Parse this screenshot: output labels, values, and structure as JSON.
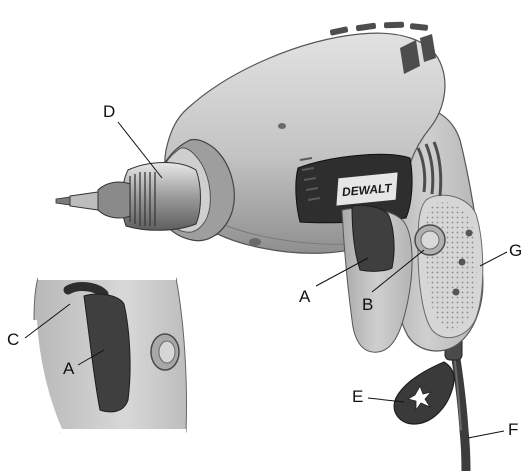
{
  "callouts": {
    "D": "D",
    "A_main": "A",
    "B": "B",
    "G": "G",
    "C": "C",
    "A_inset": "A",
    "E": "E",
    "F": "F"
  },
  "brand_text": "DEWALT",
  "colors": {
    "body": "#c9c9c9",
    "body_dark": "#9a9a9a",
    "panel": "#3a3a3a",
    "trigger": "#4a4a4a",
    "cord": "#404040"
  }
}
